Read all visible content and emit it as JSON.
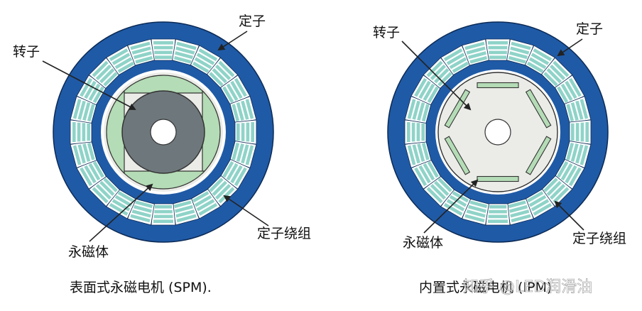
{
  "colors": {
    "stator": "#1f5aa6",
    "stator_edge": "#0b2a55",
    "slot": "#ffffff",
    "coil": "#8fd3c8",
    "rotor_light": "#ebece8",
    "rotor_dark": "#6e787c",
    "magnet": "#b4dcb6",
    "shaft_hole": "#ffffff",
    "arrow": "#222222"
  },
  "spm": {
    "stator_label": "定子",
    "rotor_label": "转子",
    "magnet_label": "永磁体",
    "winding_label": "定子绕组",
    "caption": "表面式永磁电机 (SPM)."
  },
  "ipm": {
    "stator_label": "定子",
    "rotor_label": "转子",
    "magnet_label": "永磁体",
    "winding_label": "定子绕组",
    "caption": "内置式永磁电机 (IPM)",
    "watermark": "知乎 @LED润滑油"
  }
}
